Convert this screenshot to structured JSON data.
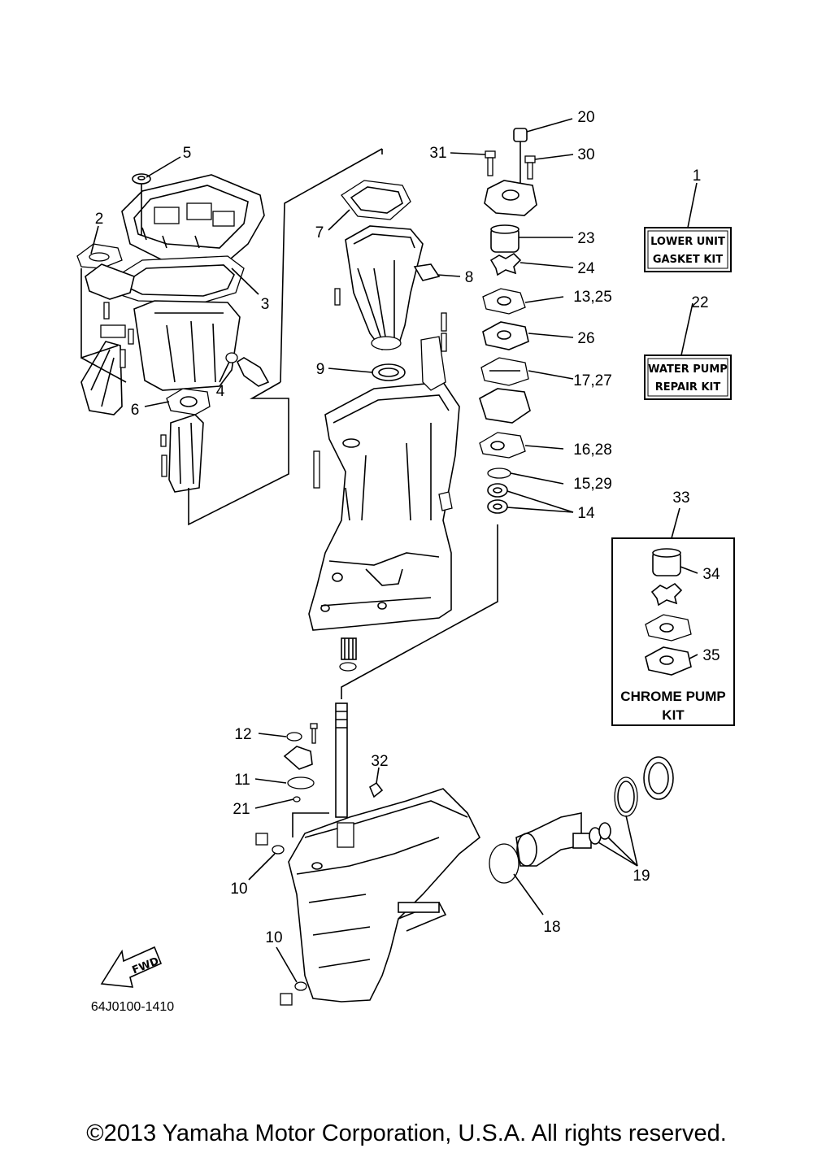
{
  "callouts": [
    {
      "id": "c1",
      "label": "1"
    },
    {
      "id": "c2",
      "label": "2"
    },
    {
      "id": "c3",
      "label": "3"
    },
    {
      "id": "c4",
      "label": "4"
    },
    {
      "id": "c5",
      "label": "5"
    },
    {
      "id": "c6",
      "label": "6"
    },
    {
      "id": "c7",
      "label": "7"
    },
    {
      "id": "c8",
      "label": "8"
    },
    {
      "id": "c9",
      "label": "9"
    },
    {
      "id": "c10a",
      "label": "10"
    },
    {
      "id": "c10b",
      "label": "10"
    },
    {
      "id": "c11",
      "label": "11"
    },
    {
      "id": "c12",
      "label": "12"
    },
    {
      "id": "c13",
      "label": "13,25"
    },
    {
      "id": "c14",
      "label": "14"
    },
    {
      "id": "c15",
      "label": "15,29"
    },
    {
      "id": "c16",
      "label": "16,28"
    },
    {
      "id": "c17",
      "label": "17,27"
    },
    {
      "id": "c18",
      "label": "18"
    },
    {
      "id": "c19",
      "label": "19"
    },
    {
      "id": "c20",
      "label": "20"
    },
    {
      "id": "c21",
      "label": "21"
    },
    {
      "id": "c22",
      "label": "22"
    },
    {
      "id": "c23",
      "label": "23"
    },
    {
      "id": "c24",
      "label": "24"
    },
    {
      "id": "c26",
      "label": "26"
    },
    {
      "id": "c30",
      "label": "30"
    },
    {
      "id": "c31",
      "label": "31"
    },
    {
      "id": "c32",
      "label": "32"
    },
    {
      "id": "c33",
      "label": "33"
    },
    {
      "id": "c34",
      "label": "34"
    },
    {
      "id": "c35",
      "label": "35"
    }
  ],
  "kits": {
    "lower_unit_line1": "LOWER UNIT",
    "lower_unit_line2": "GASKET KIT",
    "water_pump_line1": "WATER PUMP",
    "water_pump_line2": "REPAIR KIT",
    "chrome_pump_line1": "CHROME PUMP",
    "chrome_pump_line2": "KIT"
  },
  "fwd_label": "FWD",
  "part_code": "64J0100-1410",
  "copyright": "©2013 Yamaha Motor Corporation, U.S.A. All rights reserved."
}
